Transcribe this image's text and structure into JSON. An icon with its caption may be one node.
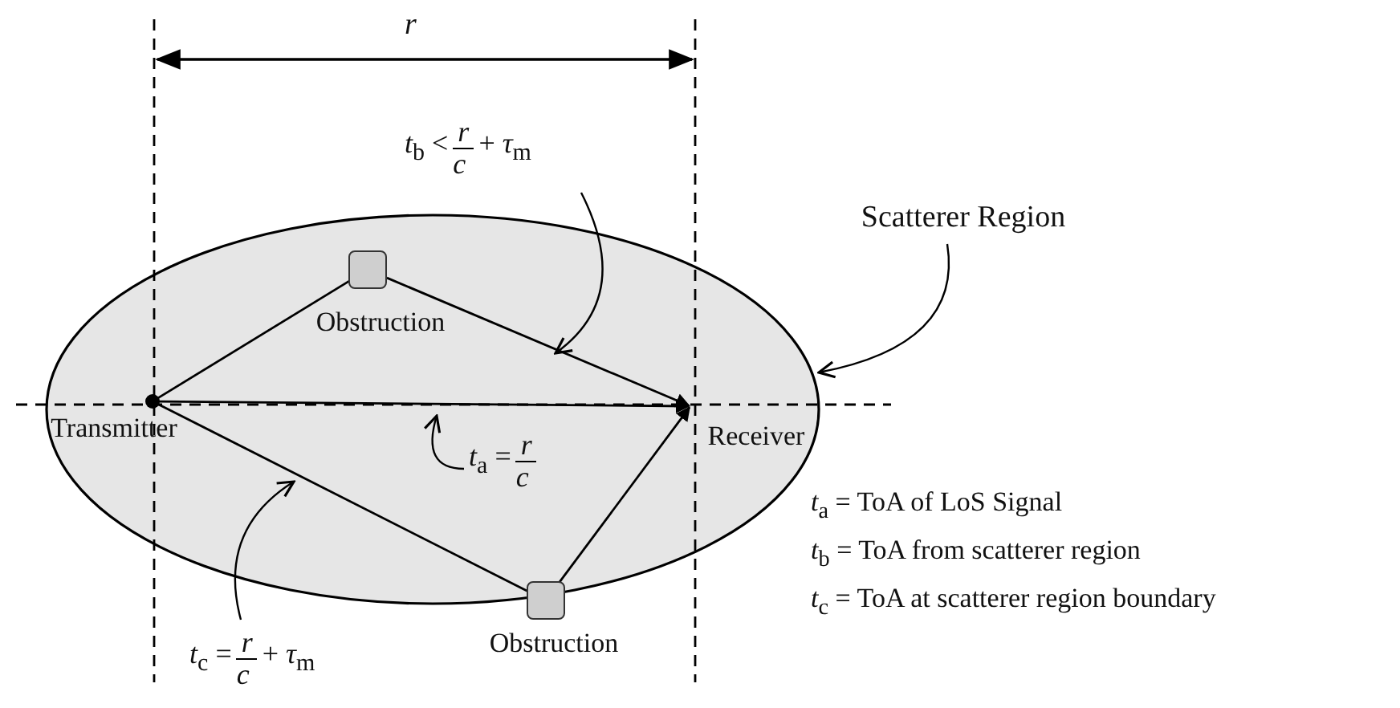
{
  "diagram": {
    "nodes": [
      {
        "text": [],
        "shape": "ellipse"
      },
      {
        "text": [
          "Transmitter"
        ],
        "in": 0
      },
      {
        "text": [
          "Obstruction"
        ],
        "in": 0
      },
      {
        "text": [
          "Receiver"
        ],
        "in": 0
      },
      {
        "text": [
          "Obstruction"
        ]
      },
      {
        "text": [
          "Scatterer Region"
        ]
      },
      {
        "text": [
          "*t*$_{b}$ <",
          "*r*",
          "*c*",
          "+ *τ*$_{m}$"
        ]
      },
      {
        "text": [
          "*t*$_{a}$ =",
          "*r*",
          "*c*"
        ],
        "in": 0
      },
      {
        "text": [
          "*t*$_{c}$ =",
          "*r*",
          "*c*",
          "+ *τ*$_{m}$"
        ]
      }
    ],
    "edges": [
      {
        "from": 1,
        "to": 2,
        "arrow": "none"
      },
      {
        "from": 2,
        "to": 3,
        "arrow": "to"
      },
      {
        "from": 1,
        "to": 3,
        "arrow": "to"
      },
      {
        "from": 1,
        "to": 4,
        "arrow": "none"
      },
      {
        "from": 4,
        "to": 3,
        "arrow": "to"
      },
      {
        "from": 5,
        "to": 0,
        "arrow": "to"
      },
      {
        "from": 6,
        "to": null,
        "arrow": "to"
      },
      {
        "from": 7,
        "to": null,
        "arrow": "to"
      },
      {
        "from": 8,
        "to": null,
        "arrow": "to"
      }
    ],
    "labels": [
      "*r*",
      "*t*$_{a}$ = ToA of LoS Signal",
      "*t*$_{b}$ = ToA from scatterer region",
      "*t*$_{c}$ = ToA at scatterer region boundary"
    ]
  }
}
